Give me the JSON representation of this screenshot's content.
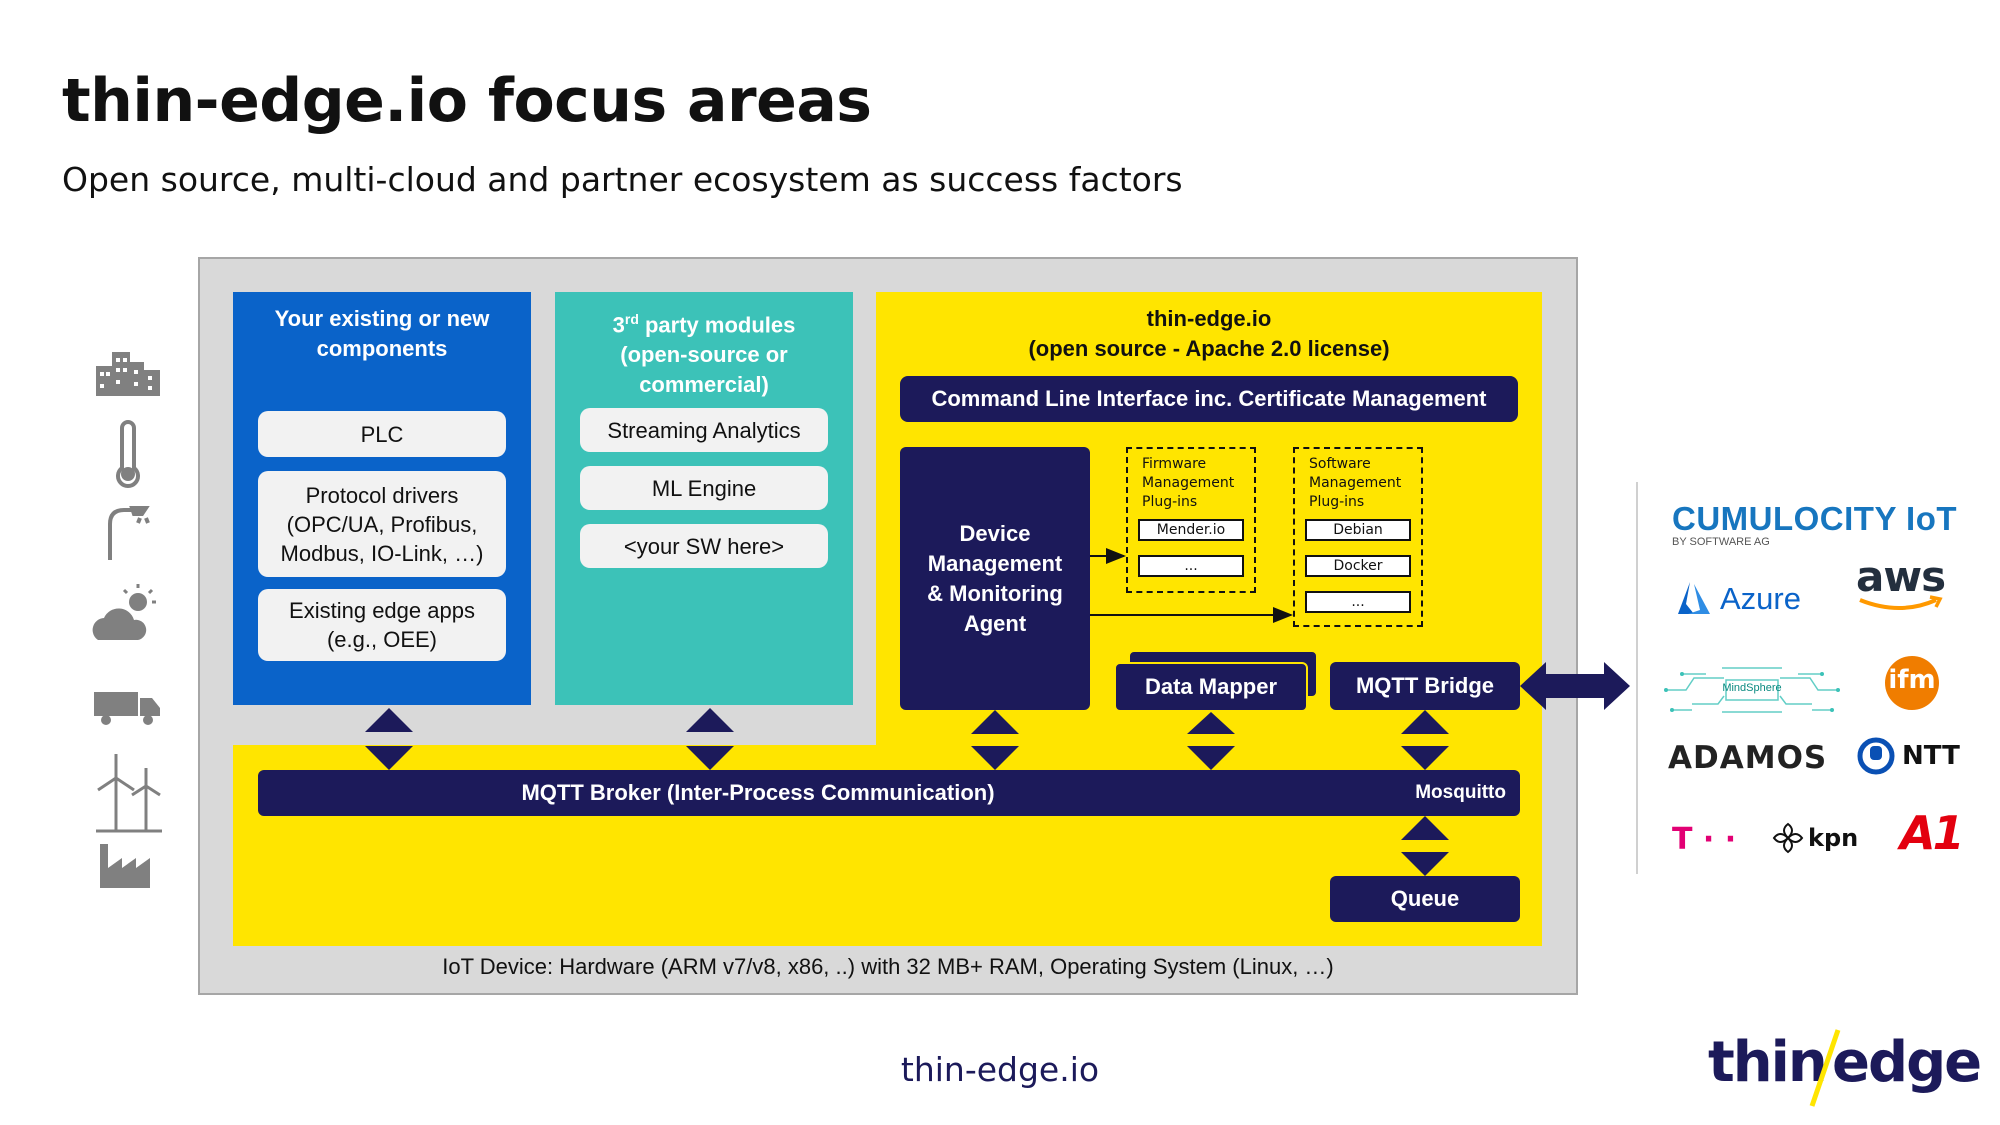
{
  "header": {
    "title": "thin-edge.io focus areas",
    "subtitle": "Open source, multi-cloud and partner ecosystem as success factors"
  },
  "left_icons": [
    "buildings-icon",
    "thermometer-icon",
    "street-lamp-icon",
    "weather-icon",
    "truck-icon",
    "wind-turbine-icon",
    "factory-icon"
  ],
  "blue_panel": {
    "heading": "Your existing or new components",
    "items": [
      "PLC",
      "Protocol drivers (OPC/UA, Profibus, Modbus, IO-Link, …)",
      "Existing edge apps (e.g., OEE)"
    ]
  },
  "teal_panel": {
    "heading_sup": "rd",
    "heading_num": "3",
    "heading_rest": " party modules (open-source or commercial)",
    "items": [
      "Streaming Analytics",
      "ML Engine",
      "<your SW here>"
    ]
  },
  "thin_edge_panel": {
    "title_line1": "thin-edge.io",
    "title_line2": "(open source - Apache 2.0 license)",
    "cli": "Command Line Interface inc. Certificate Management",
    "agent": "Device Management & Monitoring Agent",
    "firmware": {
      "label": "Firmware Management Plug-ins",
      "items": [
        "Mender.io",
        "..."
      ]
    },
    "software": {
      "label": "Software Management Plug-ins",
      "items": [
        "Debian",
        "Docker",
        "..."
      ]
    },
    "data_mapper": "Data Mapper",
    "mqtt_bridge": "MQTT Bridge",
    "broker": "MQTT Broker (Inter-Process Communication)",
    "broker_impl": "Mosquitto",
    "queue": "Queue"
  },
  "device_text": "IoT Device: Hardware (ARM v7/v8, x86, ..) with 32 MB+ RAM, Operating System (Linux, …)",
  "partners": {
    "cumulocity": "CUMULOCITY IoT",
    "cumulocity_sub": "BY SOFTWARE AG",
    "azure": "Azure",
    "aws": "aws",
    "mindsphere": "MindSphere",
    "ifm": "ifm",
    "adamos": "ADAMOS",
    "ntt": "NTT",
    "telekom": "T · ·",
    "kpn": "kpn",
    "a1": "A1"
  },
  "footer": {
    "url": "thin-edge.io",
    "logo_left": "thin",
    "logo_right": "edge"
  },
  "colors": {
    "navy": "#1c1a5a",
    "yellow": "#ffe500",
    "blue": "#0a63c9",
    "teal": "#3cc2b8",
    "gray": "#d9d9d9"
  }
}
